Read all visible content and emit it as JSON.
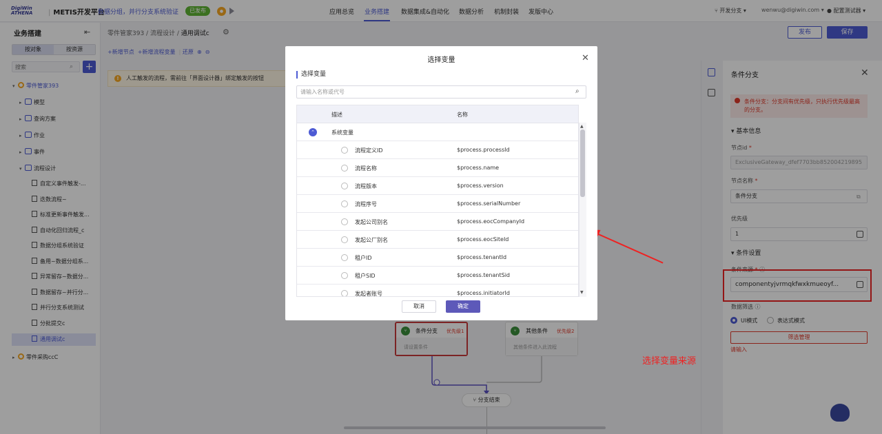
{
  "header": {
    "brand": "METIS开发平台",
    "subtitle": "数据分组，并行分支系统验证",
    "status_badge": "已发布",
    "nav": [
      "应用总览",
      "业务搭建",
      "数据集成&自动化",
      "数据分析",
      "机制封装",
      "发版中心"
    ],
    "active_nav": "业务搭建",
    "env": "开发分支",
    "user_email": "wenwu@digiwin.com",
    "tester": "配置测试器"
  },
  "left_panel": {
    "title": "业务搭建",
    "tab_object": "按对象",
    "tab_resource": "按资源",
    "search_placeholder": "搜索",
    "tree": [
      {
        "label": "零件管家393",
        "level": 0,
        "kind": "root"
      },
      {
        "label": "模型",
        "level": 1,
        "kind": "folder"
      },
      {
        "label": "查询方案",
        "level": 1,
        "kind": "folder"
      },
      {
        "label": "作业",
        "level": 1,
        "kind": "folder"
      },
      {
        "label": "事件",
        "level": 1,
        "kind": "folder"
      },
      {
        "label": "流程设计",
        "level": 1,
        "kind": "folder-open"
      },
      {
        "label": "自定义事件触发-...",
        "level": 2,
        "kind": "doc"
      },
      {
        "label": "迭数流程~",
        "level": 2,
        "kind": "doc"
      },
      {
        "label": "标准更新事件触发...",
        "level": 2,
        "kind": "doc"
      },
      {
        "label": "自动化回归流程_c",
        "level": 2,
        "kind": "doc"
      },
      {
        "label": "数据分组系统验证",
        "level": 2,
        "kind": "doc"
      },
      {
        "label": "备用~数据分组系...",
        "level": 2,
        "kind": "doc"
      },
      {
        "label": "异常留存~数据分...",
        "level": 2,
        "kind": "doc"
      },
      {
        "label": "数据留存~并行分...",
        "level": 2,
        "kind": "doc"
      },
      {
        "label": "并行分支系统测试",
        "level": 2,
        "kind": "doc"
      },
      {
        "label": "分批提交c",
        "level": 2,
        "kind": "doc"
      },
      {
        "label": "通用调试c",
        "level": 2,
        "kind": "doc",
        "selected": true
      },
      {
        "label": "零件采购ccC",
        "level": 0,
        "kind": "root"
      }
    ]
  },
  "canvas": {
    "breadcrumb": [
      "零件管家393",
      "流程设计",
      "通用调试c"
    ],
    "toolbar": [
      "+新增节点",
      "+新增流程变量",
      "还原"
    ],
    "warning": "人工触发的流程，需前往「界面设计器」绑定触发的按钮",
    "node_a": {
      "title": "条件分支",
      "priority": "优先级1",
      "sub": "请设置条件"
    },
    "node_b": {
      "title": "其他条件",
      "priority": "优先级2",
      "sub": "其他条件进入此流程"
    },
    "branch_end": "分支结束"
  },
  "actions": {
    "publish": "发布",
    "save": "保存"
  },
  "right_panel": {
    "title": "条件分支",
    "notice": "条件分支：分支间有优先级，只执行优先级最高的分支。",
    "section_basic": "基本信息",
    "node_id_label": "节点id",
    "node_id_value": "ExclusiveGateway_dfef7703bb852004219895",
    "node_name_label": "节点名称",
    "node_name_value": "条件分支",
    "priority_label": "优先级",
    "priority_value": "1",
    "section_condition": "条件设置",
    "condition_source_label": "条件来源",
    "condition_source_value": "componentyjvrmqkfwxkmueoyf...",
    "data_filter_label": "数据筛选",
    "mode_ui": "UI模式",
    "mode_expr": "表达式模式",
    "filter_button": "筛选管理",
    "error": "请输入"
  },
  "annotation": "选择变量来源",
  "modal": {
    "title": "选择变量",
    "section": "选择变量",
    "search_placeholder": "请输入名称或代号",
    "col_desc": "描述",
    "col_name": "名称",
    "group": "系统变量",
    "rows": [
      {
        "desc": "流程定义ID",
        "name": "$process.processId"
      },
      {
        "desc": "流程名称",
        "name": "$process.name"
      },
      {
        "desc": "流程版本",
        "name": "$process.version"
      },
      {
        "desc": "流程序号",
        "name": "$process.serialNumber"
      },
      {
        "desc": "发起公司别名",
        "name": "$process.eocCompanyId"
      },
      {
        "desc": "发起公厂别名",
        "name": "$process.eocSiteId"
      },
      {
        "desc": "租户ID",
        "name": "$process.tenantId"
      },
      {
        "desc": "租户SID",
        "name": "$process.tenantSid"
      },
      {
        "desc": "发起者账号",
        "name": "$process.initiatorId"
      }
    ],
    "cancel": "取消",
    "ok": "确定"
  },
  "colors": {
    "accent": "#4d5bd4",
    "danger": "#e0392b",
    "success": "#5fb534"
  }
}
